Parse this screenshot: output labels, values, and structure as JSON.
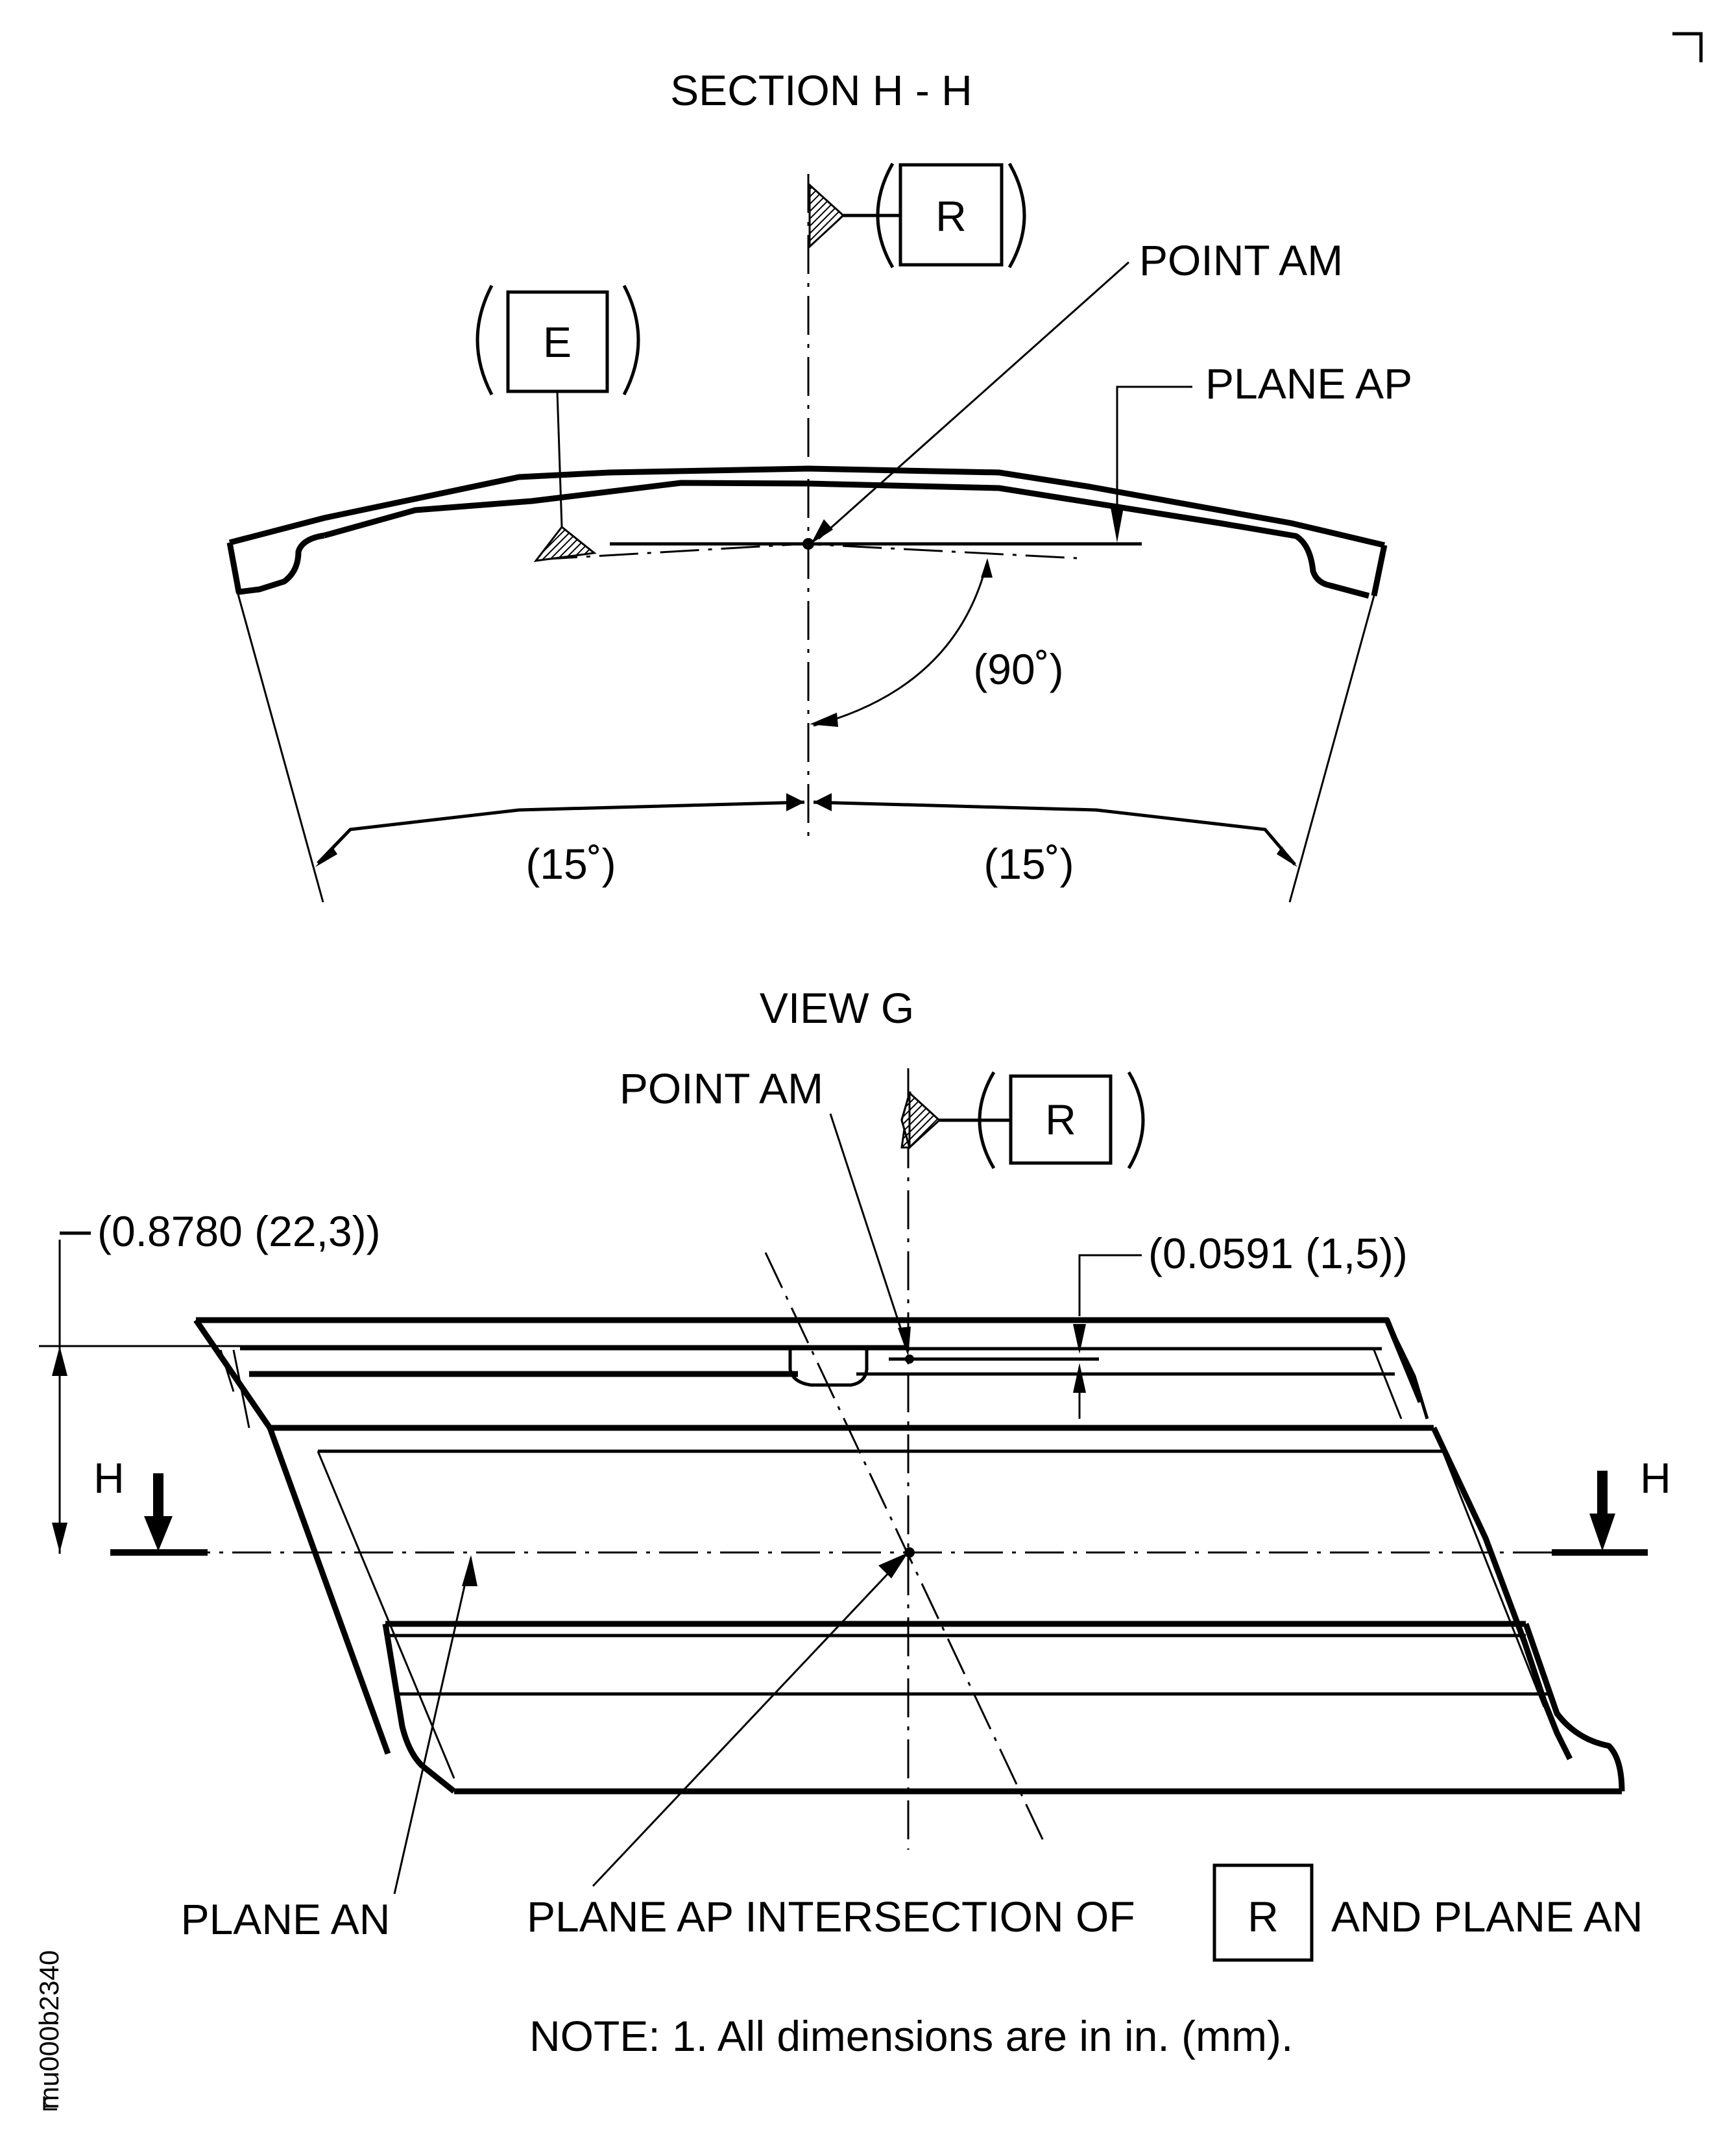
{
  "section": {
    "title": "SECTION H - H",
    "datum_r": "R",
    "datum_e": "E",
    "point_label": "POINT AM",
    "plane_label": "PLANE AP",
    "angle_90": "(90˚)",
    "angle_left": "(15˚)",
    "angle_right": "(15˚)"
  },
  "view": {
    "title": "VIEW G",
    "point_label": "POINT AM",
    "datum_r": "R",
    "dim_height": "(0.8780 (22,3))",
    "dim_offset": "(0.0591 (1,5))",
    "section_mark_left": "H",
    "section_mark_right": "H",
    "plane_an_label": "PLANE AN",
    "plane_ap_caption_prefix": "PLANE AP INTERSECTION OF",
    "plane_ap_caption_datum": "R",
    "plane_ap_caption_suffix": "AND PLANE AN"
  },
  "note": "NOTE: 1. All dimensions are in in. (mm).",
  "figure_id": "mu000b2340"
}
